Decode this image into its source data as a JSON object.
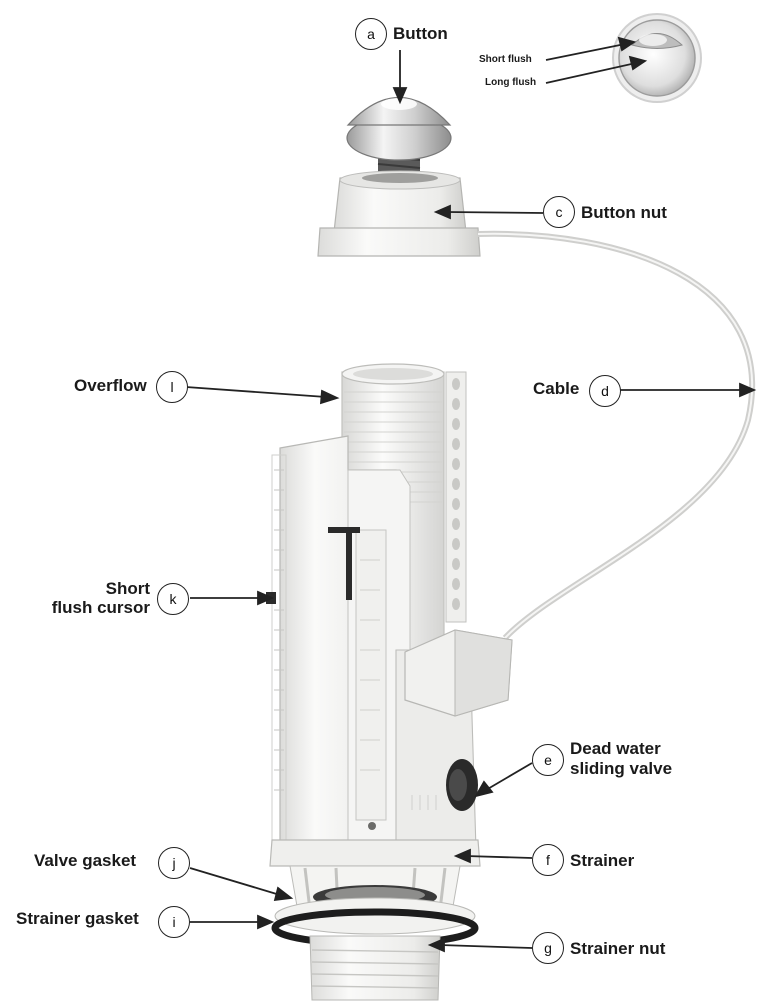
{
  "parts": {
    "a": {
      "letter": "a",
      "name": "Button"
    },
    "c": {
      "letter": "c",
      "name": "Button nut"
    },
    "d": {
      "letter": "d",
      "name": "Cable"
    },
    "e": {
      "letter": "e",
      "name_line1": "Dead water",
      "name_line2": "sliding valve"
    },
    "f": {
      "letter": "f",
      "name": "Strainer"
    },
    "g": {
      "letter": "g",
      "name": "Strainer nut"
    },
    "i": {
      "letter": "i",
      "name": "Strainer gasket"
    },
    "j": {
      "letter": "j",
      "name": "Valve gasket"
    },
    "k": {
      "letter": "k",
      "name_line1": "Short",
      "name_line2": "flush cursor"
    },
    "l": {
      "letter": "l",
      "name": "Overflow"
    }
  },
  "inset": {
    "short_flush": "Short flush",
    "long_flush": "Long flush"
  },
  "colors": {
    "plastic": "#f2f2f0",
    "plastic_shadow": "#cfcfcc",
    "chrome": "#d9d9d9",
    "gasket": "#1d1d1d",
    "line": "#222222"
  }
}
